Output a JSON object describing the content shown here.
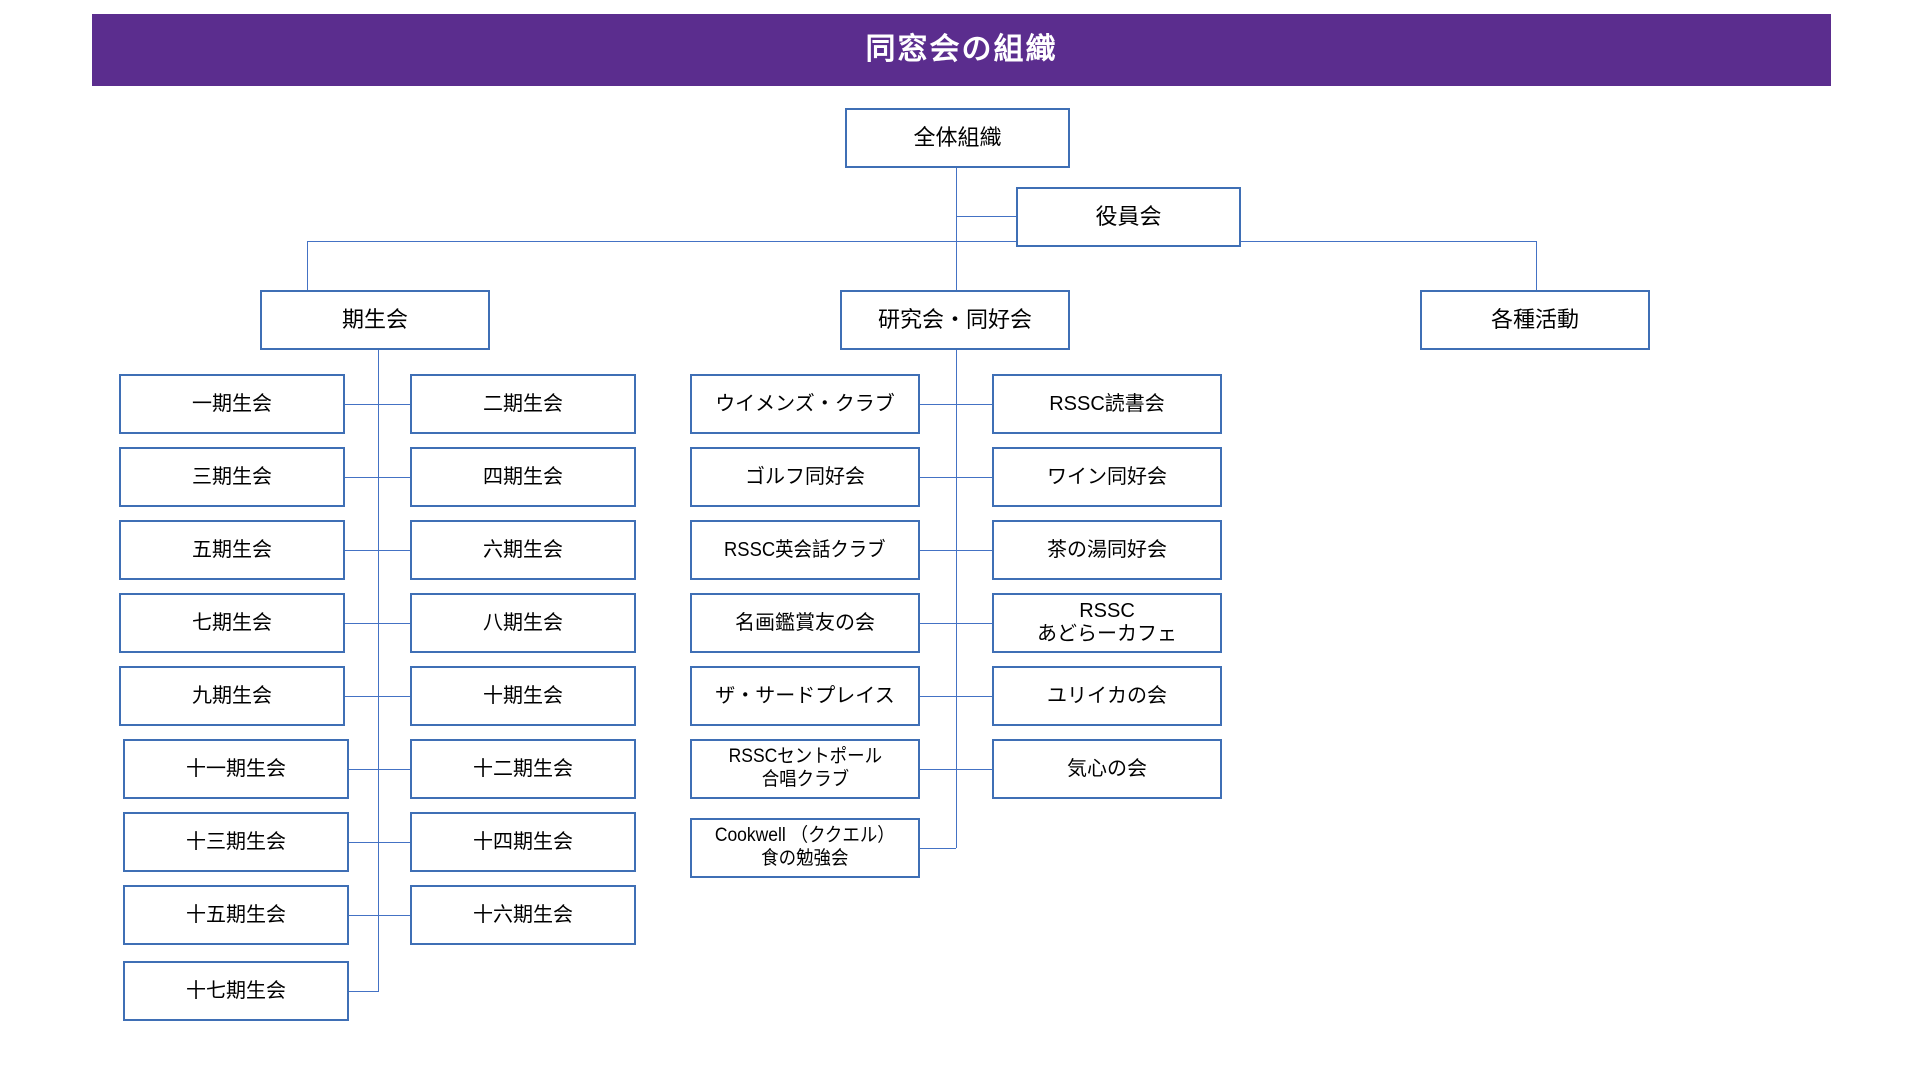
{
  "title": {
    "text": "同窓会の組織",
    "background_color": "#5B2D8E",
    "text_color": "#FFFFFF"
  },
  "theme": {
    "box_border_color": "#3F6FB5",
    "connector_color": "#4472C4",
    "box_fill_color": "#FFFFFF",
    "text_color": "#000000"
  },
  "org_chart": {
    "root": {
      "label": "全体組織"
    },
    "assistant": {
      "label": "役員会"
    },
    "branches": [
      {
        "id": "kiseikai",
        "label": "期生会",
        "children": [
          "一期生会",
          "二期生会",
          "三期生会",
          "四期生会",
          "五期生会",
          "六期生会",
          "七期生会",
          "八期生会",
          "九期生会",
          "十期生会",
          "十一期生会",
          "十二期生会",
          "十三期生会",
          "十四期生会",
          "十五期生会",
          "十六期生会",
          "十七期生会"
        ]
      },
      {
        "id": "kenkyukai",
        "label": "研究会・同好会",
        "children": [
          "ウイメンズ・クラブ",
          "RSSC読書会",
          "ゴルフ同好会",
          "ワイン同好会",
          "RSSC英会話クラブ",
          "茶の湯同好会",
          "名画鑑賞友の会",
          "RSSC\nあどらーカフェ",
          "ザ・サードプレイス",
          "ユリイカの会",
          "RSSCセントポール\n合唱クラブ",
          "気心の会",
          "Cookwell （ククエル）\n食の勉強会"
        ]
      },
      {
        "id": "kakushu",
        "label": "各種活動",
        "children": []
      }
    ]
  }
}
